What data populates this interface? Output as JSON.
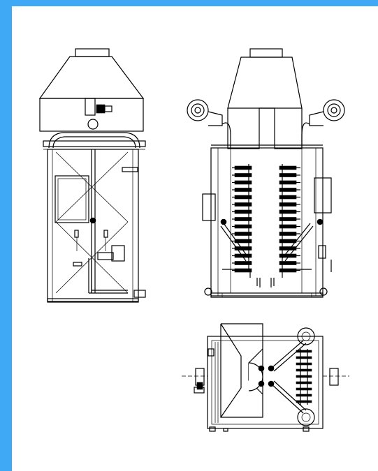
{
  "frame": {
    "accent": "#3fa9f5"
  },
  "drawing": {
    "views": [
      "side-view",
      "front-view",
      "top-view"
    ],
    "stroke_color": "#000000",
    "background": "#ffffff"
  }
}
